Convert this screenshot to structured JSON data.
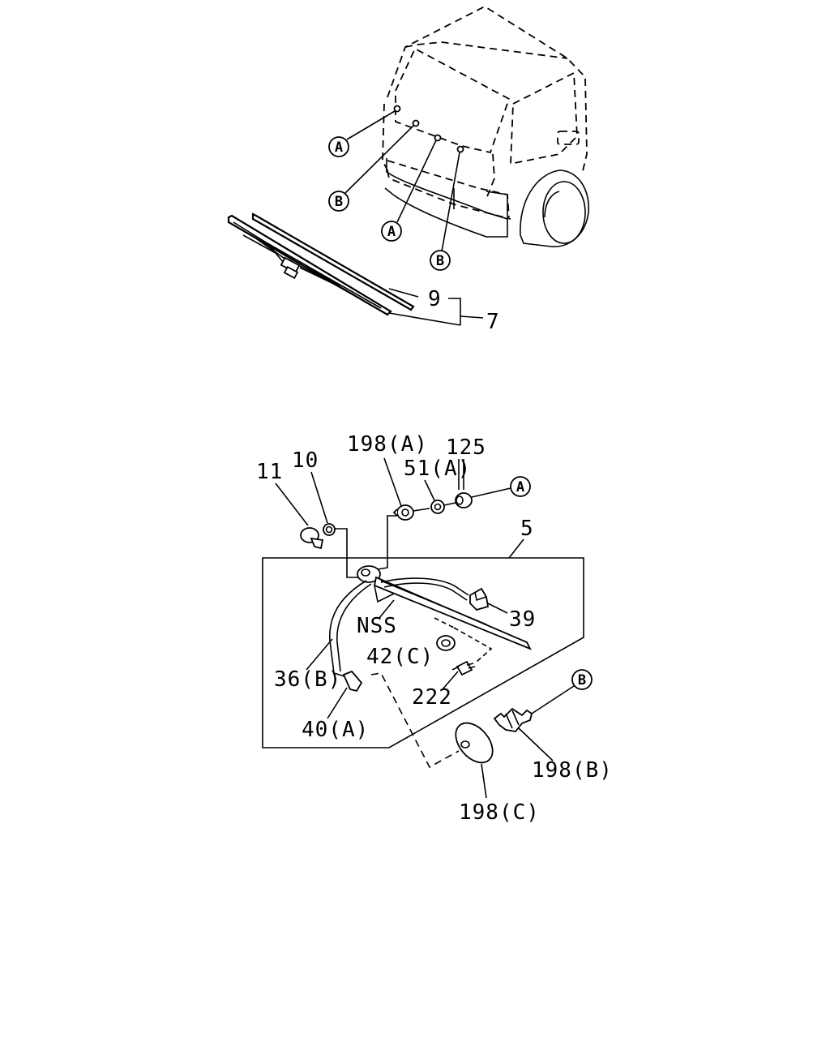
{
  "top": {
    "markers": [
      "A",
      "B",
      "A",
      "B"
    ],
    "labels": {
      "blade": "9",
      "arm_assembly": "7"
    }
  },
  "bottom": {
    "labels": {
      "p11": "11",
      "p10": "10",
      "p198a": "198(A)",
      "p51a": "51(A)",
      "p125": "125",
      "p5": "5",
      "p39": "39",
      "nss": "NSS",
      "p42c": "42(C)",
      "p36b": "36(B)",
      "p222": "222",
      "p40a": "40(A)",
      "p198b": "198(B)",
      "p198c": "198(C)"
    },
    "markers": {
      "ref_a": "A",
      "ref_b": "B"
    }
  }
}
